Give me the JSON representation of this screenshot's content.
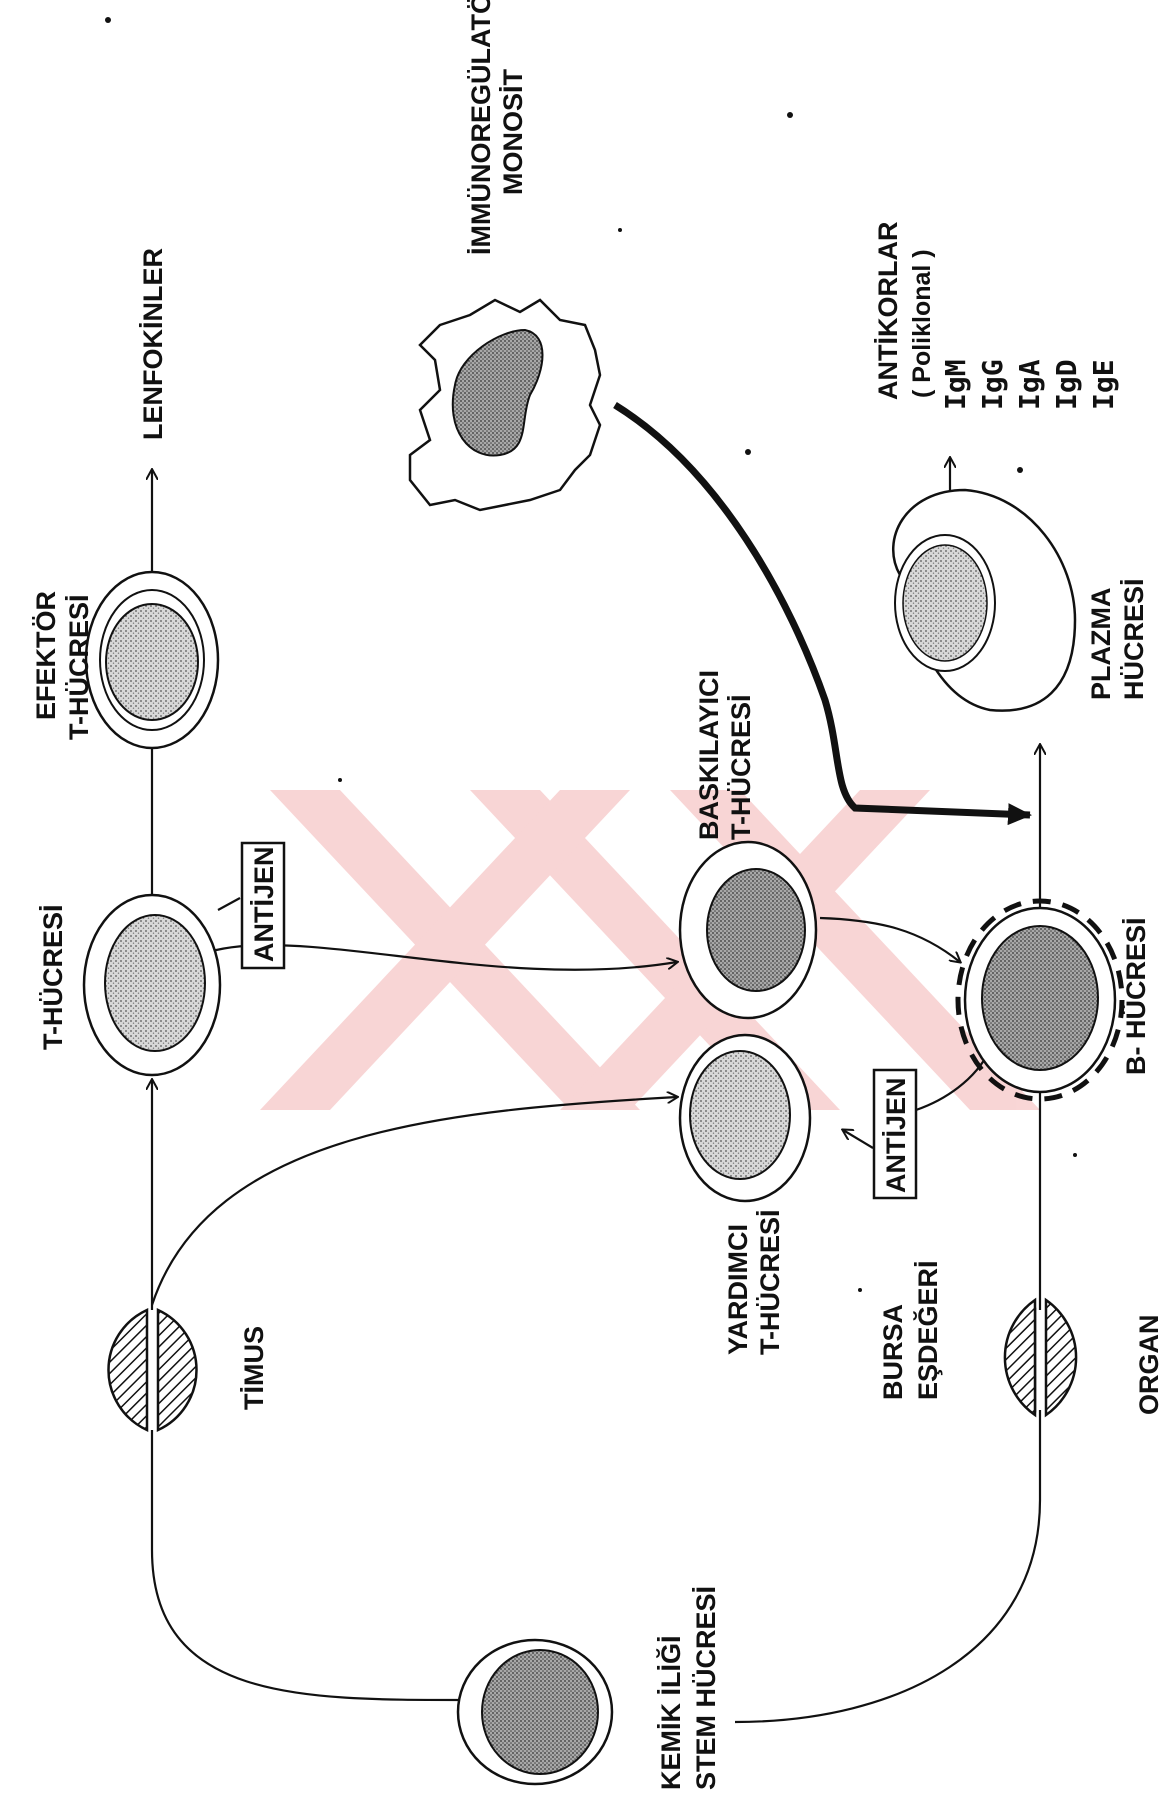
{
  "watermark_color": "#f6c4c4",
  "ink_color": "#111111",
  "labels": {
    "kemik_line1": "KEMİK İLİĞİ",
    "kemik_line2": "STEM HÜCRESİ",
    "timus": "TİMUS",
    "bursa_line1": "BURSA",
    "bursa_line2": "EŞDEĞERİ",
    "organ": "ORGAN",
    "t_hucresi": "T-HÜCRESİ",
    "efektor_line1": "EFEKTÖR",
    "efektor_line2": "T-HÜCRESİ",
    "lenfokinler": "LENFOKİNLER",
    "antijen_top": "ANTİJEN",
    "yardimci_line1": "YARDIMCI",
    "yardimci_line2": "T-HÜCRESİ",
    "baskilayici_line1": "BASKILAYICI",
    "baskilayici_line2": "T-HÜCRESİ",
    "antijen_bottom": "ANTİJEN",
    "b_hucresi": "B- HÜCRESİ",
    "plazma_line1": "PLAZMA",
    "plazma_line2": "HÜCRESİ",
    "immuno_line1": "İMMÜNOREGÜLATÖR",
    "immuno_line2": "MONOSİT",
    "antikorlar_line1": "ANTİKORLAR",
    "antikorlar_line2": "( Poliklonal )",
    "ig_list": [
      "IgM",
      "IgG",
      "IgA",
      "IgD",
      "IgE"
    ]
  }
}
